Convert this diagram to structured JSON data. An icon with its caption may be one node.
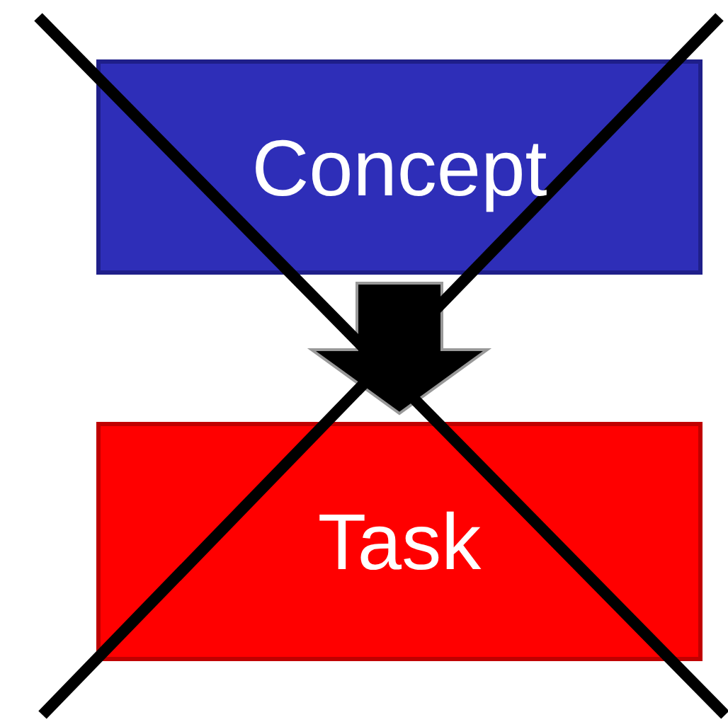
{
  "diagram": {
    "nodes": [
      {
        "text": [
          "Concept"
        ]
      },
      {
        "text": [
          "Task"
        ]
      }
    ],
    "edges": [
      {
        "from": 0,
        "to": 1,
        "arrow": "to",
        "style": "thick"
      }
    ]
  }
}
